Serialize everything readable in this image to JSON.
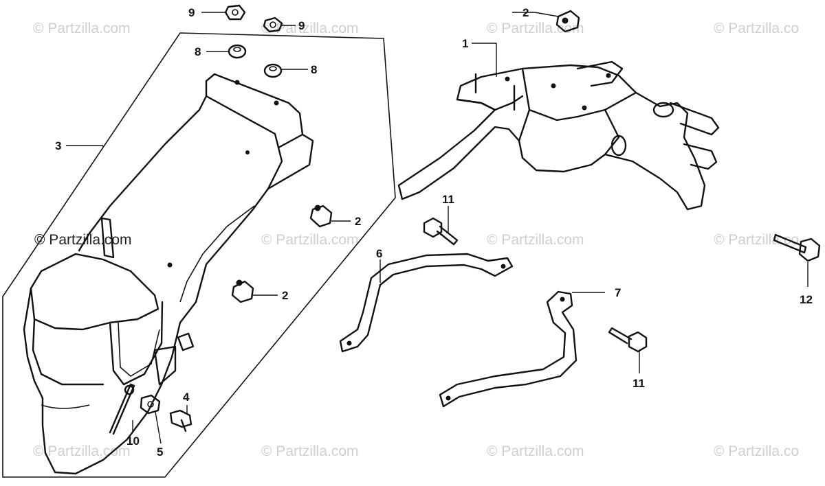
{
  "watermark": {
    "text": "© Partzilla.com",
    "text_left": "© Partzilla.com",
    "text_bold": "© Partzilla.com",
    "text_right_cut": "© Partzilla.co"
  },
  "callouts": {
    "c1": "1",
    "c2a": "2",
    "c2b": "2",
    "c2c": "2",
    "c3": "3",
    "c4": "4",
    "c5": "5",
    "c6": "6",
    "c7": "7",
    "c8a": "8",
    "c8b": "8",
    "c9a": "9",
    "c9b": "9",
    "c10": "10",
    "c11a": "11",
    "c11b": "11",
    "c12": "12"
  }
}
